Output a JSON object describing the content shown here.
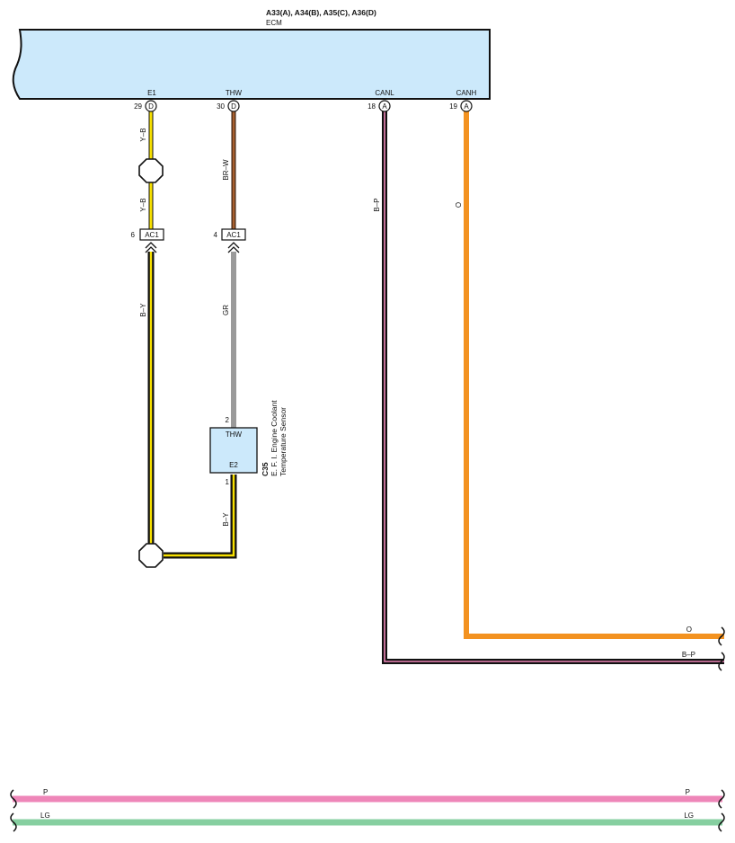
{
  "ecm": {
    "connectors": "A33(A), A34(B), A35(C), A36(D)",
    "name": "ECM",
    "pins": [
      {
        "num": "29",
        "conn": "D",
        "name": "E1"
      },
      {
        "num": "30",
        "conn": "D",
        "name": "THW"
      },
      {
        "num": "18",
        "conn": "A",
        "name": "CANL"
      },
      {
        "num": "19",
        "conn": "A",
        "name": "CANH"
      }
    ]
  },
  "junctions": [
    {
      "id": "AC1",
      "pin": "6"
    },
    {
      "id": "AC1",
      "pin": "4"
    }
  ],
  "sensor": {
    "code": "C35",
    "name_line1": "E. F. I. Engine Coolant",
    "name_line2": "Temperature Sensor",
    "pin_top": "2",
    "pin_top_label": "THW",
    "pin_bottom": "1",
    "pin_bottom_label": "E2"
  },
  "wires": {
    "e1_upper": "Y–B",
    "e1_lower": "Y–B",
    "e1_harness": "B–Y",
    "thw_upper": "BR–W",
    "thw_harness": "GR",
    "e2_ground": "B–Y",
    "canl": "B–P",
    "canh": "O",
    "canh_out": "O",
    "canl_out": "B–P",
    "bus_p_left": "P",
    "bus_p_right": "P",
    "bus_lg_left": "LG",
    "bus_lg_right": "LG"
  },
  "colors": {
    "ecm_fill": "#cce9fb",
    "sensor_fill": "#cce9fb",
    "yellow": "#f7e000",
    "brown": "#9a5a2e",
    "gray": "#9a9a9a",
    "orange": "#f39220",
    "pink": "#ee86b8",
    "light_green": "#86cfa0",
    "black": "#111111"
  }
}
